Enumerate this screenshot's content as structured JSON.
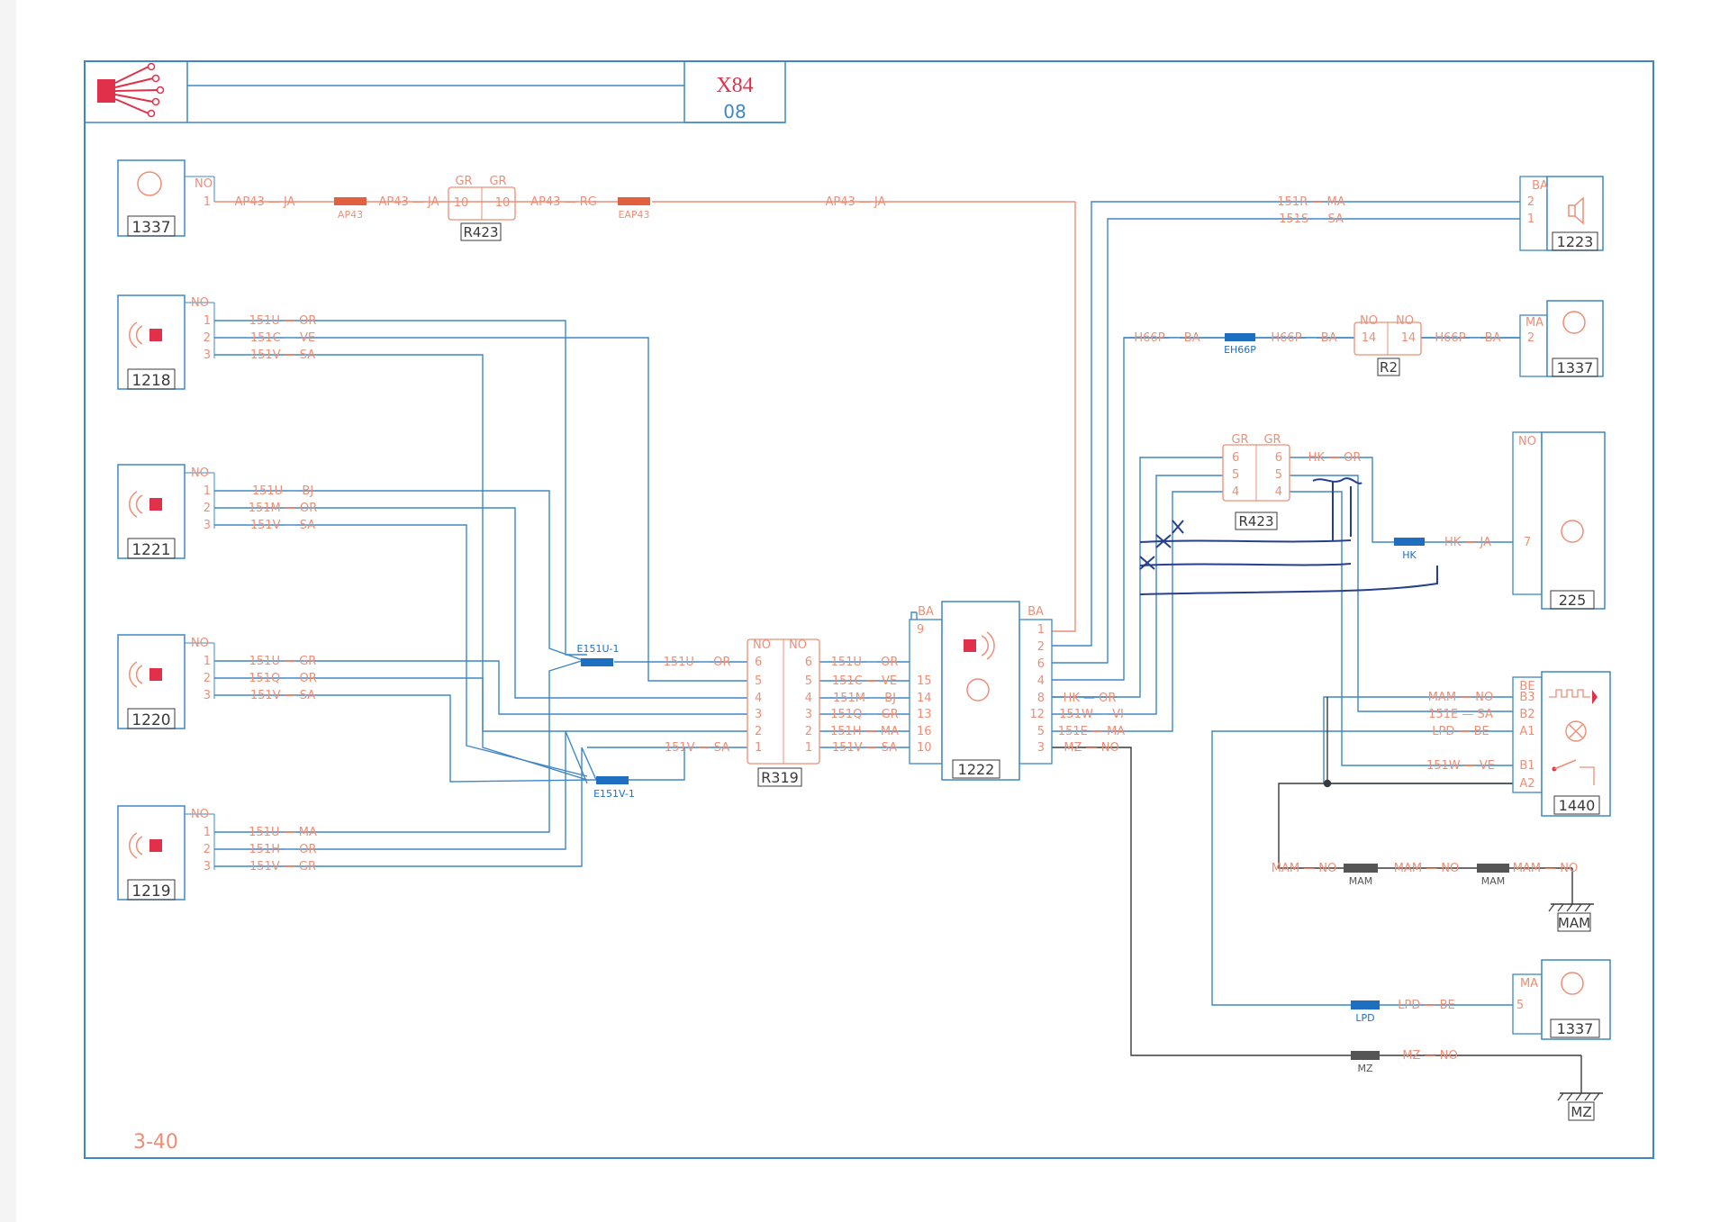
{
  "header": {
    "model": "X84",
    "section": "08",
    "page_ref": "3-40"
  },
  "colors": {
    "blue": "#3f87c4",
    "red": "#e05a4a",
    "wire_red": "#ec8f76",
    "dark": "#3a3a3a",
    "conn_blue": "#1e6fbf",
    "conn_red": "#e06040",
    "conn_gray": "#555555"
  },
  "components": {
    "c1337_top": "1337",
    "c1218": "1218",
    "c1221": "1221",
    "c1220": "1220",
    "c1219": "1219",
    "c1223": "1223",
    "c1337_mid": "1337",
    "c225": "225",
    "c1440": "1440",
    "c1337_bot": "1337",
    "c1222": "1222",
    "r319": "R319",
    "r423_top": "R423",
    "r423_right": "R423",
    "r2": "R2",
    "gnd_mam": "MAM",
    "gnd_mz": "MZ"
  },
  "connectors": {
    "ap43": "AP43",
    "eap43": "EAP43",
    "eh66p": "EH66P",
    "hk": "HK",
    "e151u": "E151U-1",
    "e151v": "E151V-1",
    "mam1": "MAM",
    "mam2": "MAM",
    "lpd": "LPD",
    "mz": "MZ"
  },
  "pins": {
    "no": "NO",
    "p1": "1",
    "p2": "2",
    "p3": "3",
    "p4": "4",
    "p5": "5",
    "p6": "6",
    "p7": "7",
    "p8": "8",
    "p9": "9",
    "p10": "10",
    "p12": "12",
    "p13": "13",
    "p14": "14",
    "p15": "15",
    "p16": "16",
    "ba": "BA",
    "gr": "GR",
    "ma": "MA",
    "be": "BE",
    "b1": "B1",
    "b2": "B2",
    "b3": "B3",
    "a1": "A1",
    "a2": "A2"
  },
  "wires": {
    "ap43_ja": "AP43 — JA",
    "ap43_rg": "AP43 — RG",
    "w151u_or": "151U — OR",
    "w151c_ve": "151C — VE",
    "w151v_sa": "151V — SA",
    "w151u_bj": "151U — BJ",
    "w151m_or": "151M — OR",
    "w151u_gr": "151U — GR",
    "w151q_or": "151Q — OR",
    "w151u_ma": "151U — MA",
    "w151h_or": "151H — OR",
    "w151v_gr": "151V — GR",
    "w151m_bj": "151M — BJ",
    "w151q_gr": "151Q — GR",
    "w151h_ma": "151H — MA",
    "w151r_ma": "151R — MA",
    "w151s_sa": "151S — SA",
    "h66p_ba": "H66P — BA",
    "hk_or": "HK — OR",
    "hk_ja": "HK — JA",
    "w151w_vi": "151W — VI",
    "w151e_ma": "151E — MA",
    "mz_no": "MZ — NO",
    "mam_no": "MAM — NO",
    "w151e_sa": "151E — SA",
    "lpd_be": "LPD — BE",
    "w151w_ve": "151W — VE"
  }
}
